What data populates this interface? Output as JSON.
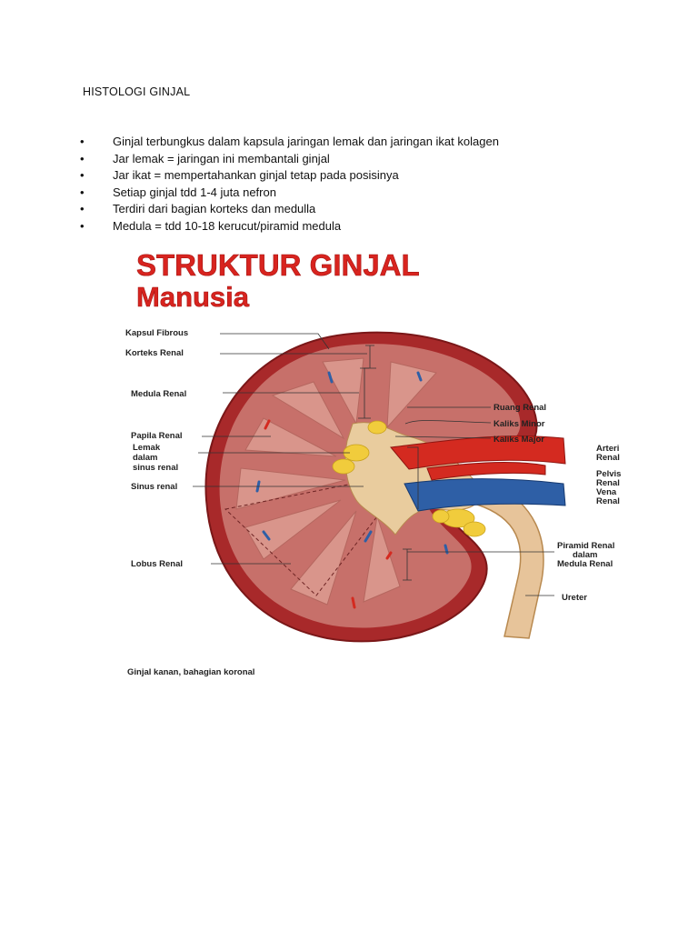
{
  "document": {
    "title": "HISTOLOGI GINJAL",
    "bullet_symbol": "•",
    "bullets": [
      "Ginjal terbungkus dalam kapsula jaringan lemak dan jaringan ikat kolagen",
      "Jar lemak =  jaringan ini membantali ginjal",
      "Jar ikat = mempertahankan ginjal tetap pada posisinya",
      "Setiap ginjal tdd 1-4 juta nefron",
      "Terdiri dari bagian korteks dan medulla",
      "Medula = tdd 10-18 kerucut/piramid medula"
    ]
  },
  "figure": {
    "title_line1": "STRUKTUR GINJAL",
    "title_line2": "Manusia",
    "caption": "Ginjal kanan, bahagian koronal",
    "colors": {
      "title_red": "#d8241f",
      "capsule": "#a8292a",
      "cortex": "#c7706a",
      "medulla": "#d9958b",
      "sinus_fat": "#f1cc3c",
      "pelvis": "#e9cc9e",
      "artery": "#d42a20",
      "vein": "#2e5fa6"
    },
    "labels_left": {
      "kapsul": "Kapsul Fibrous",
      "korteks": "Korteks Renal",
      "medula": "Medula Renal",
      "papila": "Papila Renal",
      "lemak_1": "Lemak",
      "lemak_2": "dalam",
      "lemak_3": "sinus renal",
      "sinus": "Sinus renal",
      "lobus": "Lobus Renal"
    },
    "labels_right": {
      "ruang": "Ruang Renal",
      "kaliks_minor": "Kaliks Minor",
      "kaliks_major": "Kaliks Major",
      "arteri_1": "Arteri",
      "arteri_2": "Renal",
      "pelvis_1": "Pelvis",
      "pelvis_2": "Renal",
      "vena_1": "Vena",
      "vena_2": "Renal",
      "piramid_1": "Piramid Renal",
      "piramid_2": "dalam",
      "piramid_3": "Medula Renal",
      "ureter": "Ureter"
    }
  }
}
